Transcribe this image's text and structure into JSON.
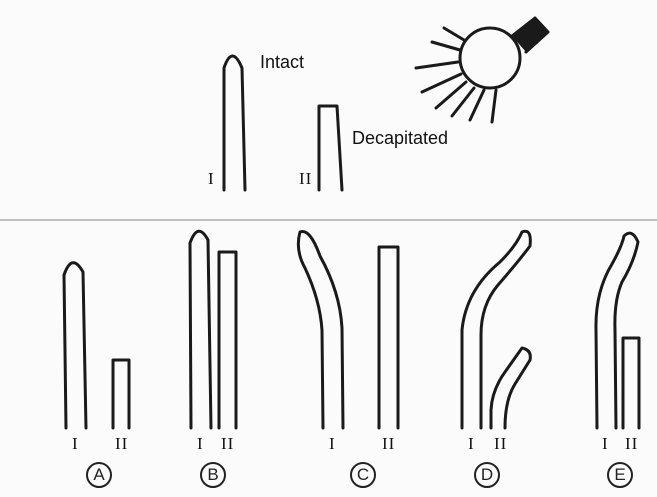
{
  "labels": {
    "intact": "Intact",
    "decapitated": "Decapitated",
    "seedling_one": "I",
    "seedling_two": "II"
  },
  "options": [
    {
      "letter": "A"
    },
    {
      "letter": "B"
    },
    {
      "letter": "C"
    },
    {
      "letter": "D"
    },
    {
      "letter": "E"
    }
  ],
  "icons": {
    "light_source": "light-bulb-icon"
  },
  "colors": {
    "stroke": "#1a1a1a",
    "background": "#fbfbfb"
  }
}
